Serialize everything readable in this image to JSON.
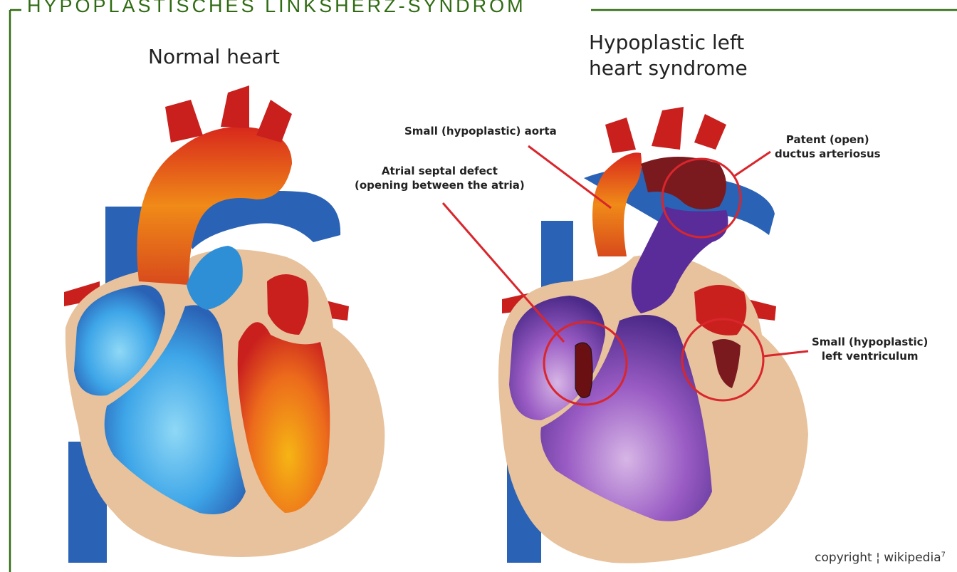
{
  "header": {
    "title": "HYPOPLASTISCHES LINKSHERZ-SYNDROM",
    "accent_color": "#2f6b12"
  },
  "panels": {
    "normal": {
      "title": "Normal heart"
    },
    "hlhs": {
      "title_line1": "Hypoplastic left",
      "title_line2": "heart syndrome"
    }
  },
  "callouts": {
    "small_aorta": "Small (hypoplastic) aorta",
    "asd_line1": "Atrial septal defect",
    "asd_line2": "(opening between the atria)",
    "pda_line1": "Patent (open)",
    "pda_line2": "ductus arteriosus",
    "lv_line1": "Small (hypoplastic)",
    "lv_line2": "left ventriculum"
  },
  "credit": {
    "text": "copyright ¦ wikipedia",
    "footnote": "7"
  },
  "colors": {
    "tissue": "#e7c29c",
    "vein_blue": "#2a62b5",
    "artery_red": "#c9201e",
    "oxygenated_orange": "#f08a18",
    "mixed_purple": "#6a2e9e",
    "callout_red": "#d9262c"
  }
}
